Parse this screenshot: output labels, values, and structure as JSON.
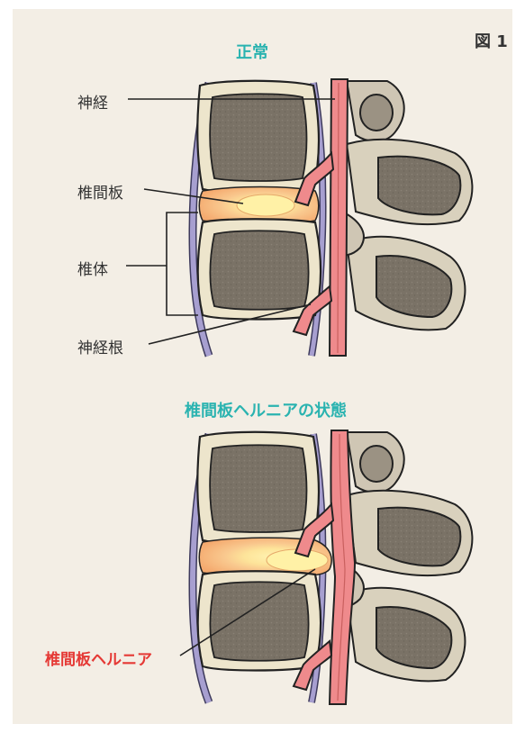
{
  "figure_label": "図 1",
  "top": {
    "title": "正常",
    "labels": {
      "nerve": "神経",
      "disc": "椎間板",
      "vertebra": "椎体",
      "nerve_root": "神経根"
    }
  },
  "bottom": {
    "title": "椎間板ヘルニアの状態",
    "labels": {
      "hernia": "椎間板ヘルニア"
    }
  },
  "colors": {
    "panel_bg": "#f3eee5",
    "title_teal": "#2ab3b0",
    "hernia_red": "#e53935",
    "nerve_pink": "#ef8a8c",
    "disc_orange": "#f7c08a",
    "bone_cortex": "#ece4c9",
    "bone_marrow": "#7d7569",
    "ligament_purple": "#9c92c8"
  }
}
